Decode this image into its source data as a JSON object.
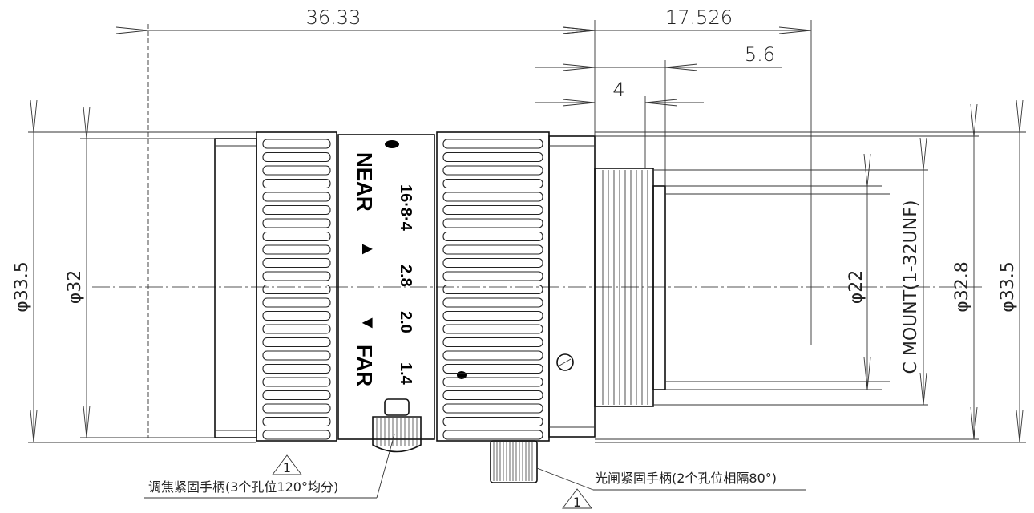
{
  "dimensions": {
    "overall_length": "36.33",
    "mount_length": "17.526",
    "flange_offset": "5.6",
    "thread_length": "4",
    "left_outer_diameter": "φ33.5",
    "left_inner_diameter": "φ32",
    "rear_diameter": "φ22",
    "mount_thread": "C MOUNT(1-32UNF)",
    "body_diameter": "φ32.8",
    "right_outer_diameter": "φ33.5"
  },
  "scale_band": {
    "near_label": "NEAR",
    "far_label": "FAR",
    "aperture_marks": [
      "16·8·4",
      "2.8",
      "2.0",
      "1.4"
    ],
    "up_arrow": "▲",
    "down_arrow": "▼"
  },
  "notes": {
    "focus_handle": "调焦紧固手柄(3个孔位120°均分)",
    "iris_handle": "光闸紧固手柄(2个孔位相隔80°)",
    "marker_number": "1"
  }
}
